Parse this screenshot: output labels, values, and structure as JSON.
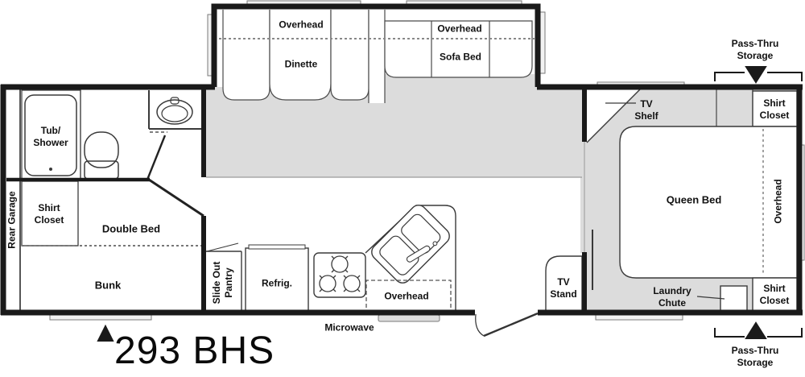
{
  "model_number": "293 BHS",
  "colors": {
    "floor": "#dcdcdc",
    "wall": "#1a1a1a"
  },
  "exterior": {
    "rear_garage": "Rear Garage",
    "pass_thru_top": [
      "Pass-Thru",
      "Storage"
    ],
    "pass_thru_bottom": [
      "Pass-Thru",
      "Storage"
    ]
  },
  "bathroom": {
    "tub": [
      "Tub/",
      "Shower"
    ]
  },
  "bunk_room": {
    "shirt_closet": [
      "Shirt",
      "Closet"
    ],
    "double_bed": "Double Bed",
    "bunk": "Bunk"
  },
  "slideout": {
    "dinette_overhead": "Overhead",
    "dinette": "Dinette",
    "sofa_overhead": "Overhead",
    "sofa_bed": "Sofa Bed"
  },
  "kitchen": {
    "pantry": [
      "Slide Out",
      "Pantry"
    ],
    "refrigerator": "Refrig.",
    "overhead": "Overhead",
    "microwave": "Microwave"
  },
  "living": {
    "tv_stand": [
      "TV",
      "Stand"
    ]
  },
  "bedroom": {
    "tv_shelf": [
      "TV",
      "Shelf"
    ],
    "queen_bed": "Queen Bed",
    "overhead": "Overhead",
    "shirt_closet_top": [
      "Shirt",
      "Closet"
    ],
    "shirt_closet_bottom": [
      "Shirt",
      "Closet"
    ],
    "laundry_chute": [
      "Laundry",
      "Chute"
    ]
  }
}
